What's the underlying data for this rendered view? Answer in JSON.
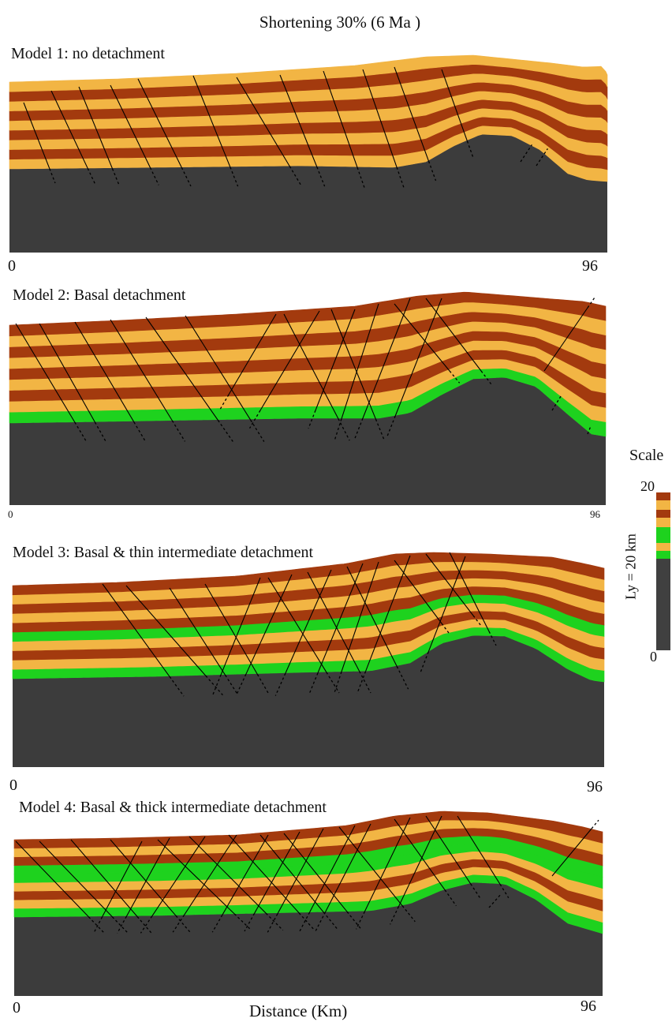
{
  "title": "Shortening 30% (6  Ma )",
  "x_axis_label": "Distance (Km)",
  "models": [
    {
      "title": "Model 1: no detachment",
      "x_min": "0",
      "x_max": "96",
      "layers": [
        "#f2b544",
        "#a33a0e",
        "#f2b544",
        "#a33a0e",
        "#f2b544",
        "#a33a0e",
        "#f2b544",
        "#a33a0e",
        "#f2b544"
      ]
    },
    {
      "title": "Model 2: Basal detachment",
      "x_min": "0",
      "x_max": "96",
      "layers": [
        "#1ed21e",
        "#f2b544",
        "#a33a0e",
        "#f2b544",
        "#a33a0e",
        "#f2b544",
        "#a33a0e",
        "#f2b544",
        "#a33a0e"
      ]
    },
    {
      "title": "Model 3: Basal & thin intermediate detachment",
      "x_min": "0",
      "x_max": "96",
      "layers": [
        "#1ed21e",
        "#f2b544",
        "#a33a0e",
        "#f2b544",
        "#1ed21e",
        "#a33a0e",
        "#f2b544",
        "#a33a0e",
        "#f2b544",
        "#a33a0e"
      ]
    },
    {
      "title": "Model 4: Basal & thick intermediate detachment",
      "x_min": "0",
      "x_max": "96",
      "layers": [
        "#1ed21e",
        "#f2b544",
        "#a33a0e",
        "#f2b544",
        "#1ed21e",
        "#1ed21e",
        "#a33a0e",
        "#f2b544",
        "#a33a0e"
      ]
    }
  ],
  "scale": {
    "label": "Scale",
    "max": "20",
    "min": "0",
    "ly_label": "Ly = 20 km",
    "colors": [
      "#a33a0e",
      "#f2b544",
      "#a33a0e",
      "#f2b544",
      "#1ed21e",
      "#f2b544",
      "#1ed21e",
      "#404040"
    ]
  },
  "colors": {
    "basement": "#3c3c3c",
    "brown": "#a33a0e",
    "yellow": "#f2b544",
    "green": "#1ed21e",
    "fault": "#000000"
  }
}
